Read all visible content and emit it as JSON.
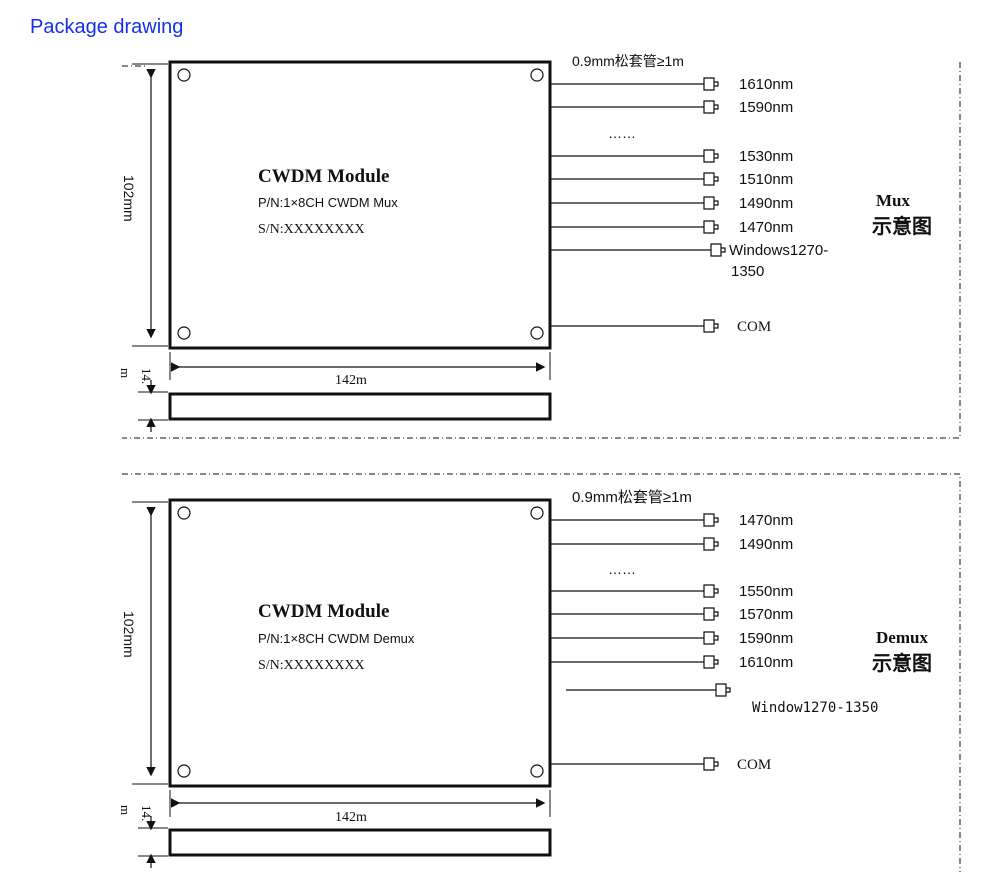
{
  "page": {
    "title": "Package drawing"
  },
  "mux": {
    "module_title": "CWDM Module",
    "pn": "P/N:1×8CH CWDM Mux",
    "sn": "S/N:XXXXXXXX",
    "height_label": "102mm",
    "width_label": "142m",
    "thickness_label": "14.",
    "thickness_unit": "m",
    "tube_note": "0.9mm松套管≥1m",
    "dots": "……",
    "ports": [
      "1610nm",
      "1590nm",
      "1530nm",
      "1510nm",
      "1490nm",
      "1470nm"
    ],
    "window_line1": "Windows1270-",
    "window_line2": "1350",
    "com": "COM",
    "schematic_title": "Mux",
    "schematic_subtitle": "示意图"
  },
  "demux": {
    "module_title": "CWDM Module",
    "pn": "P/N:1×8CH CWDM Demux",
    "sn": "S/N:XXXXXXXX",
    "height_label": "102mm",
    "width_label": "142m",
    "thickness_label": "14.",
    "thickness_unit": "m",
    "tube_note": "0.9mm松套管≥1m",
    "dots": "……",
    "ports": [
      "1470nm",
      "1490nm",
      "1550nm",
      "1570nm",
      "1590nm",
      "1610nm"
    ],
    "window": "Window1270-1350",
    "com": "COM",
    "schematic_title": "Demux",
    "schematic_subtitle": "示意图"
  }
}
